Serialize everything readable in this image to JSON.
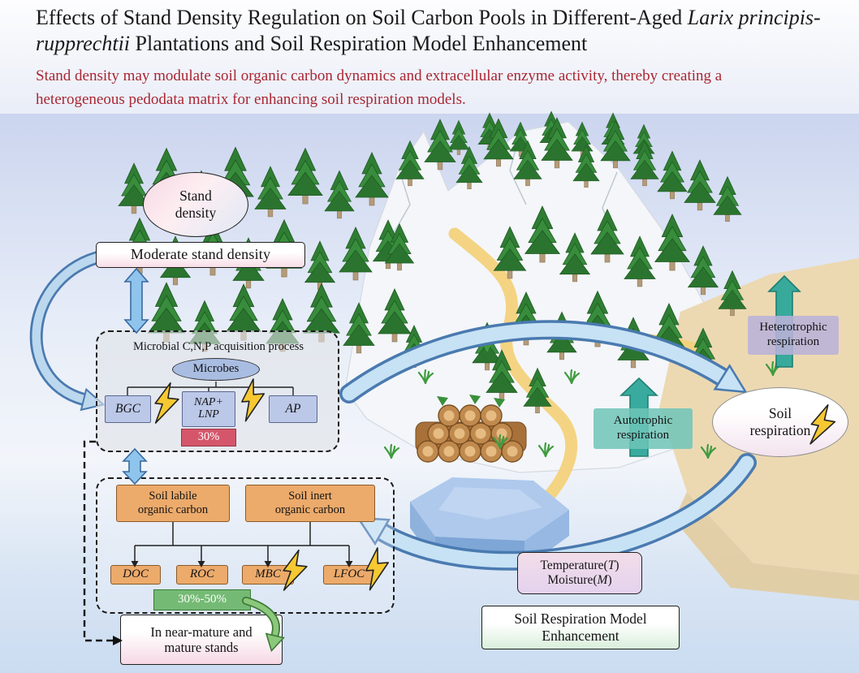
{
  "header": {
    "title_part1": "Effects of Stand Density Regulation on Soil Carbon Pools in Different-Aged ",
    "title_italic": "Larix principis-rupprechtii",
    "title_part2": " Plantations and Soil Respiration Model Enhancement",
    "subtitle": "Stand density may modulate soil organic carbon dynamics and extracellular enzyme activity, thereby creating a heterogeneous pedodata matrix for enhancing soil respiration models."
  },
  "diagram": {
    "stand_density": {
      "line1": "Stand",
      "line2": "density"
    },
    "moderate_box": "Moderate stand density",
    "microbial": {
      "title": "Microbial C,N,P acquisition process",
      "microbes": "Microbes",
      "enzyme_bgc": "BGC",
      "enzyme_nap1": "NAP+",
      "enzyme_nap2": "LNP",
      "enzyme_ap": "AP",
      "percent": "30%"
    },
    "soil_carbon": {
      "labile1": "Soil labile",
      "labile2": "organic carbon",
      "inert1": "Soil inert",
      "inert2": "organic carbon",
      "doc": "DOC",
      "roc": "ROC",
      "mbc": "MBC",
      "lfoc": "LFOC",
      "percent": "30%-50%"
    },
    "near_mature": {
      "line1": "In near-mature and",
      "line2": "mature stands"
    },
    "autotrophic": {
      "line1": "Autotrophic",
      "line2": "respiration"
    },
    "heterotrophic": {
      "line1": "Heterotrophic",
      "line2": "respiration"
    },
    "soil_respiration": {
      "line1": "Soil",
      "line2": "respiration"
    },
    "temp_moist": {
      "t_pre": "Temperature(",
      "t_sym": "T",
      "t_post": ")",
      "m_pre": "Moisture(",
      "m_sym": "M",
      "m_post": ")"
    },
    "model_box": {
      "line1": "Soil Respiration Model",
      "line2": "Enhancement"
    }
  },
  "icons": {
    "lightning-bolt-icon": "polygon bolt ⚡",
    "up-arrow-icon": "teal block arrow ⬆",
    "double-arrow-icon": "blue bidirectional arrow ⇕",
    "cycle-arrow-icon": "curved loop arrow ↻",
    "conifer-tree-icon": "stacked triangle tree"
  },
  "colors": {
    "title_text": "#1a1a1a",
    "subtitle_red": "#a92633",
    "enzyme_box_blue": "#bcc8e8",
    "carbon_box_orange": "#ecaa6b",
    "percent_red": "#d5566b",
    "percent_green": "#74ba74",
    "teal_arrow": "#2fa89a",
    "loop_blue_fill": "#c6e2f4",
    "loop_blue_edge": "#4a7ab0",
    "bolt_yellow": "#f6c832"
  }
}
